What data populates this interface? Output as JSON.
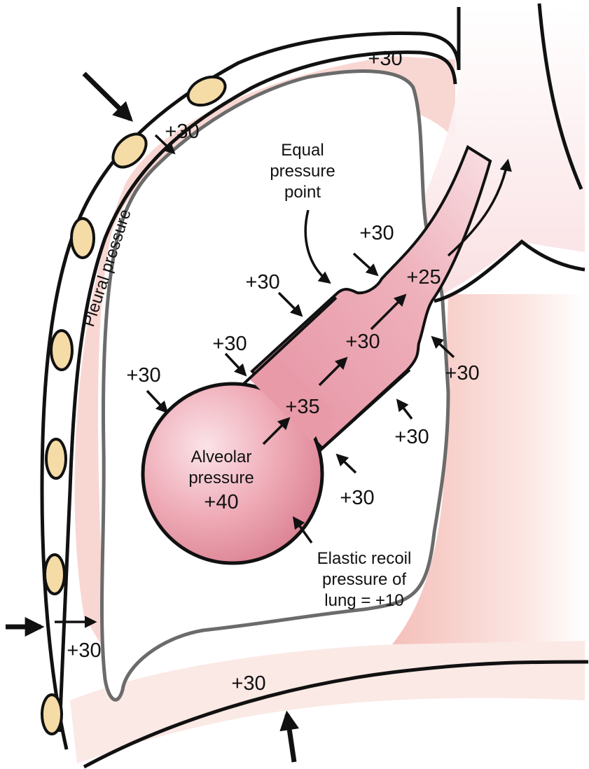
{
  "labels": {
    "pleural": "Pleural pressure",
    "alveolar_line1": "Alveolar",
    "alveolar_line2": "pressure",
    "alveolar_value": "+40",
    "equal_line1": "Equal",
    "equal_line2": "pressure",
    "equal_line3": "point",
    "elastic_line1": "Elastic recoil",
    "elastic_line2": "pressure of",
    "elastic_line3": "lung = +10",
    "airway_35": "+35",
    "airway_30": "+30",
    "airway_25": "+25",
    "pleural_value": "+30"
  },
  "colors": {
    "pleural_fill": "#f6c8c2",
    "alveolus_fill": "#e89aa8",
    "rib_fill": "#f6dfae",
    "outline": "#111111",
    "lung_border": "#666666"
  }
}
